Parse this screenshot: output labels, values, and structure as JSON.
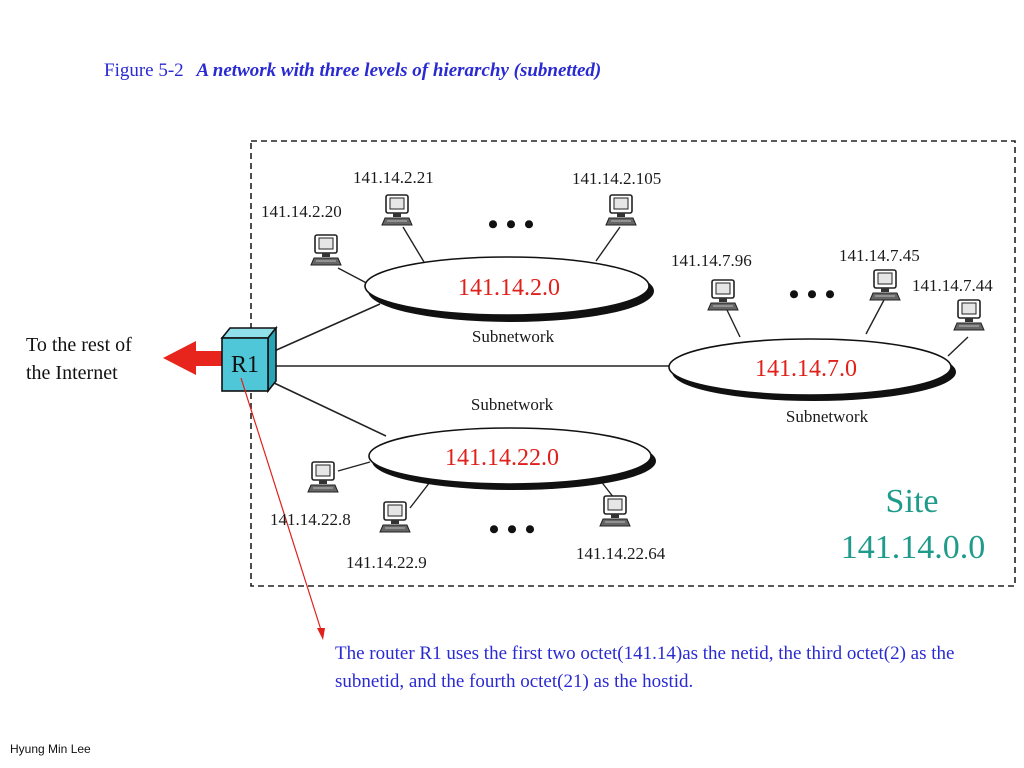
{
  "title": {
    "figure": "Figure  5-2",
    "caption": "A network with three levels of  hierarchy (subnetted)"
  },
  "internet_label": {
    "line1": "To the rest of",
    "line2": "the Internet"
  },
  "router": {
    "label": "R1"
  },
  "site": {
    "line1": "Site",
    "line2": "141.14.0.0"
  },
  "subnets": [
    {
      "address": "141.14.2.0",
      "label": "Subnetwork"
    },
    {
      "address": "141.14.7.0",
      "label": "Subnetwork"
    },
    {
      "address": "141.14.22.0",
      "label": "Subnetwork"
    }
  ],
  "hosts": {
    "subnet_2": [
      "141.14.2.20",
      "141.14.2.21",
      "141.14.2.105"
    ],
    "subnet_7": [
      "141.14.7.96",
      "141.14.7.45",
      "141.14.7.44"
    ],
    "subnet_22": [
      "141.14.22.8",
      "141.14.22.9",
      "141.14.22.64"
    ]
  },
  "ellipsis": "• • •",
  "note": "The router R1 uses the first two octet(141.14)as the netid, the third octet(2) as the subnetid, and the fourth octet(21) as the hostid.",
  "author": "Hyung Min Lee",
  "colors": {
    "title": "#2a2ad2",
    "subnet_address": "#e0201b",
    "site": "#1e9b8a",
    "router_fill": "#4fc7d9",
    "arrow": "#e8251c"
  }
}
